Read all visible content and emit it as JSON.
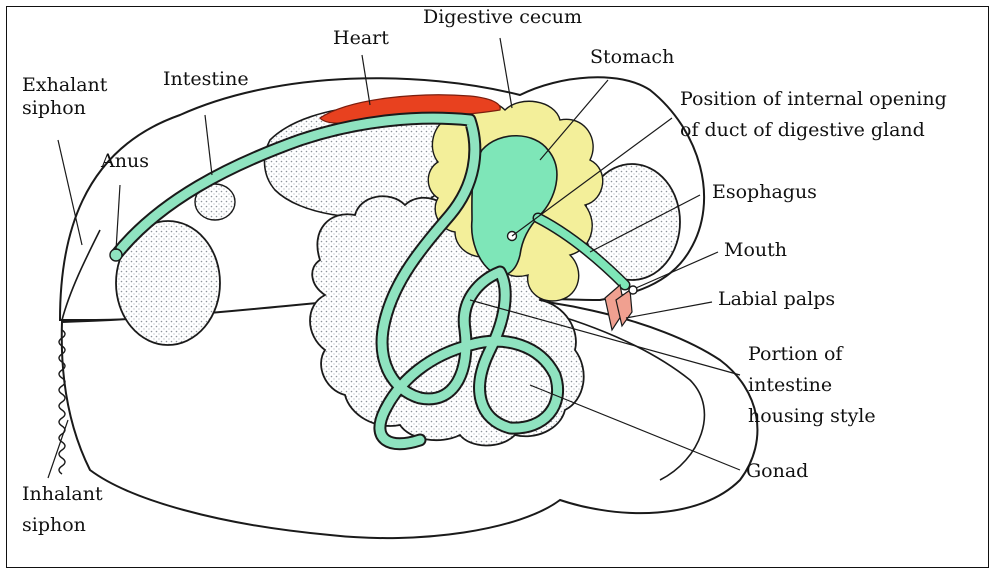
{
  "labels": {
    "digestive_cecum": "Digestive cecum",
    "heart": "Heart",
    "stomach": "Stomach",
    "exhalant_siphon_l1": "Exhalant",
    "exhalant_siphon_l2": "siphon",
    "intestine": "Intestine",
    "duct_opening_l1": "Position of internal opening",
    "duct_opening_l2": "of duct of digestive gland",
    "anus": "Anus",
    "esophagus": "Esophagus",
    "mouth": "Mouth",
    "labial_palps": "Labial palps",
    "intestine_style_l1": "Portion of",
    "intestine_style_l2": "intestine",
    "intestine_style_l3": "housing style",
    "gonad": "Gonad",
    "inhalant_siphon_l1": "Inhalant",
    "inhalant_siphon_l2": "siphon"
  },
  "colors": {
    "intestine": "#8fe3c0",
    "stomach": "#7ee6b8",
    "heart": "#e8411f",
    "digestive_gland": "#f3ef9a",
    "labial_palps": "#f0a090",
    "outline": "#1a1a1a",
    "stipple": "#9aa0a6"
  }
}
